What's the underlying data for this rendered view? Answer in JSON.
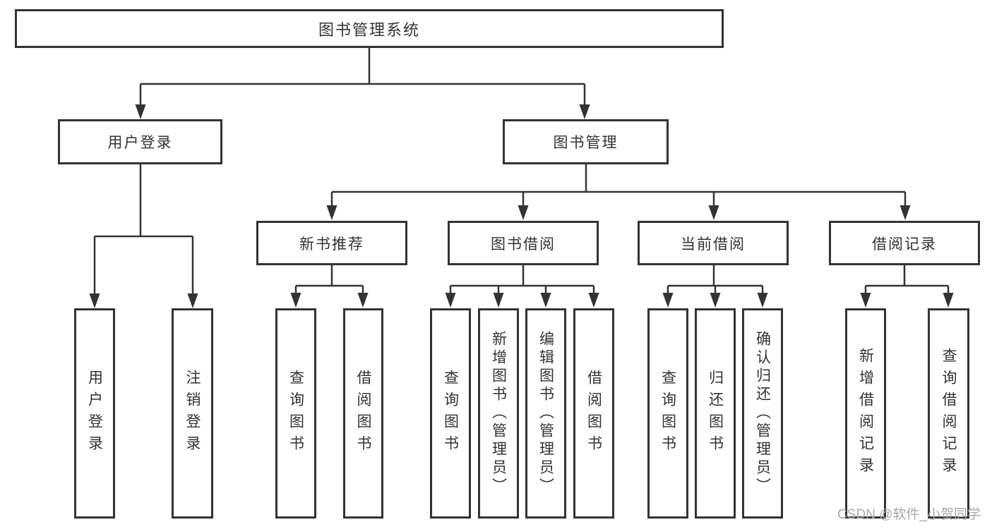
{
  "diagram": {
    "title": "图书管理系统",
    "type": "hierarchy-tree",
    "colors": {
      "line": "#333333",
      "border": "#333333",
      "text": "#333333",
      "background": "#ffffff",
      "watermark": "#a8a8a8"
    },
    "watermark": "CSDN @软件_小贺同学",
    "nodes": {
      "root": {
        "label": "图书管理系统",
        "children": [
          "user_login",
          "book_mgmt"
        ]
      },
      "user_login": {
        "label": "用户登录",
        "children": [
          "leaf_user_login",
          "leaf_logout"
        ]
      },
      "book_mgmt": {
        "label": "图书管理",
        "children": [
          "new_books",
          "book_borrow",
          "current_borrow",
          "borrow_records"
        ]
      },
      "new_books": {
        "label": "新书推荐",
        "children": [
          "nb_query",
          "nb_borrow"
        ]
      },
      "book_borrow": {
        "label": "图书借阅",
        "children": [
          "bb_query",
          "bb_add",
          "bb_edit",
          "bb_borrow"
        ]
      },
      "current_borrow": {
        "label": "当前借阅",
        "children": [
          "cb_query",
          "cb_return",
          "cb_confirm"
        ]
      },
      "borrow_records": {
        "label": "借阅记录",
        "children": [
          "br_add",
          "br_query"
        ]
      },
      "leaf_user_login": {
        "label": "用户登录"
      },
      "leaf_logout": {
        "label": "注销登录"
      },
      "nb_query": {
        "label": "查询图书"
      },
      "nb_borrow": {
        "label": "借阅图书"
      },
      "bb_query": {
        "label": "查询图书"
      },
      "bb_add": {
        "label": "新增图书（管理员）"
      },
      "bb_edit": {
        "label": "编辑图书（管理员）"
      },
      "bb_borrow": {
        "label": "借阅图书"
      },
      "cb_query": {
        "label": "查询图书"
      },
      "cb_return": {
        "label": "归还图书"
      },
      "cb_confirm": {
        "label": "确认归还（管理员）"
      },
      "br_add": {
        "label": "新增借阅记录"
      },
      "br_query": {
        "label": "查询借阅记录"
      }
    }
  }
}
